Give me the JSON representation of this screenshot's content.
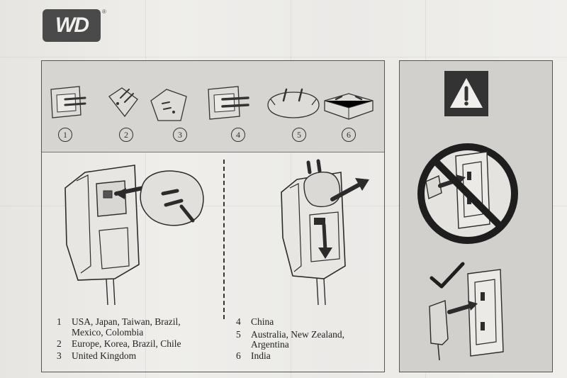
{
  "brand": {
    "logo_text": "WD",
    "registered_mark": "®"
  },
  "plug_types": [
    {
      "number": "1",
      "icon": "plug-type-usa-icon"
    },
    {
      "number": "2",
      "icon": "plug-type-europe-icon"
    },
    {
      "number": "3",
      "icon": "plug-type-uk-icon"
    },
    {
      "number": "4",
      "icon": "plug-type-china-icon"
    },
    {
      "number": "5",
      "icon": "plug-type-australia-icon"
    },
    {
      "number": "6",
      "icon": "plug-type-india-icon"
    }
  ],
  "legend": [
    {
      "number": "1",
      "text": "USA, Japan, Taiwan, Brazil,",
      "continuation": "Mexico, Colombia"
    },
    {
      "number": "2",
      "text": "Europe, Korea, Brazil, Chile"
    },
    {
      "number": "3",
      "text": "United Kingdom"
    },
    {
      "number": "4",
      "text": "China"
    },
    {
      "number": "5",
      "text": "Australia, New Zealand,",
      "continuation": "Argentina"
    },
    {
      "number": "6",
      "text": "India"
    }
  ],
  "colors": {
    "ink": "#2b2b2b",
    "band": "#d6d5d2",
    "warn_panel": "#d1d0cd",
    "logo_bg": "#4a4a4a"
  }
}
